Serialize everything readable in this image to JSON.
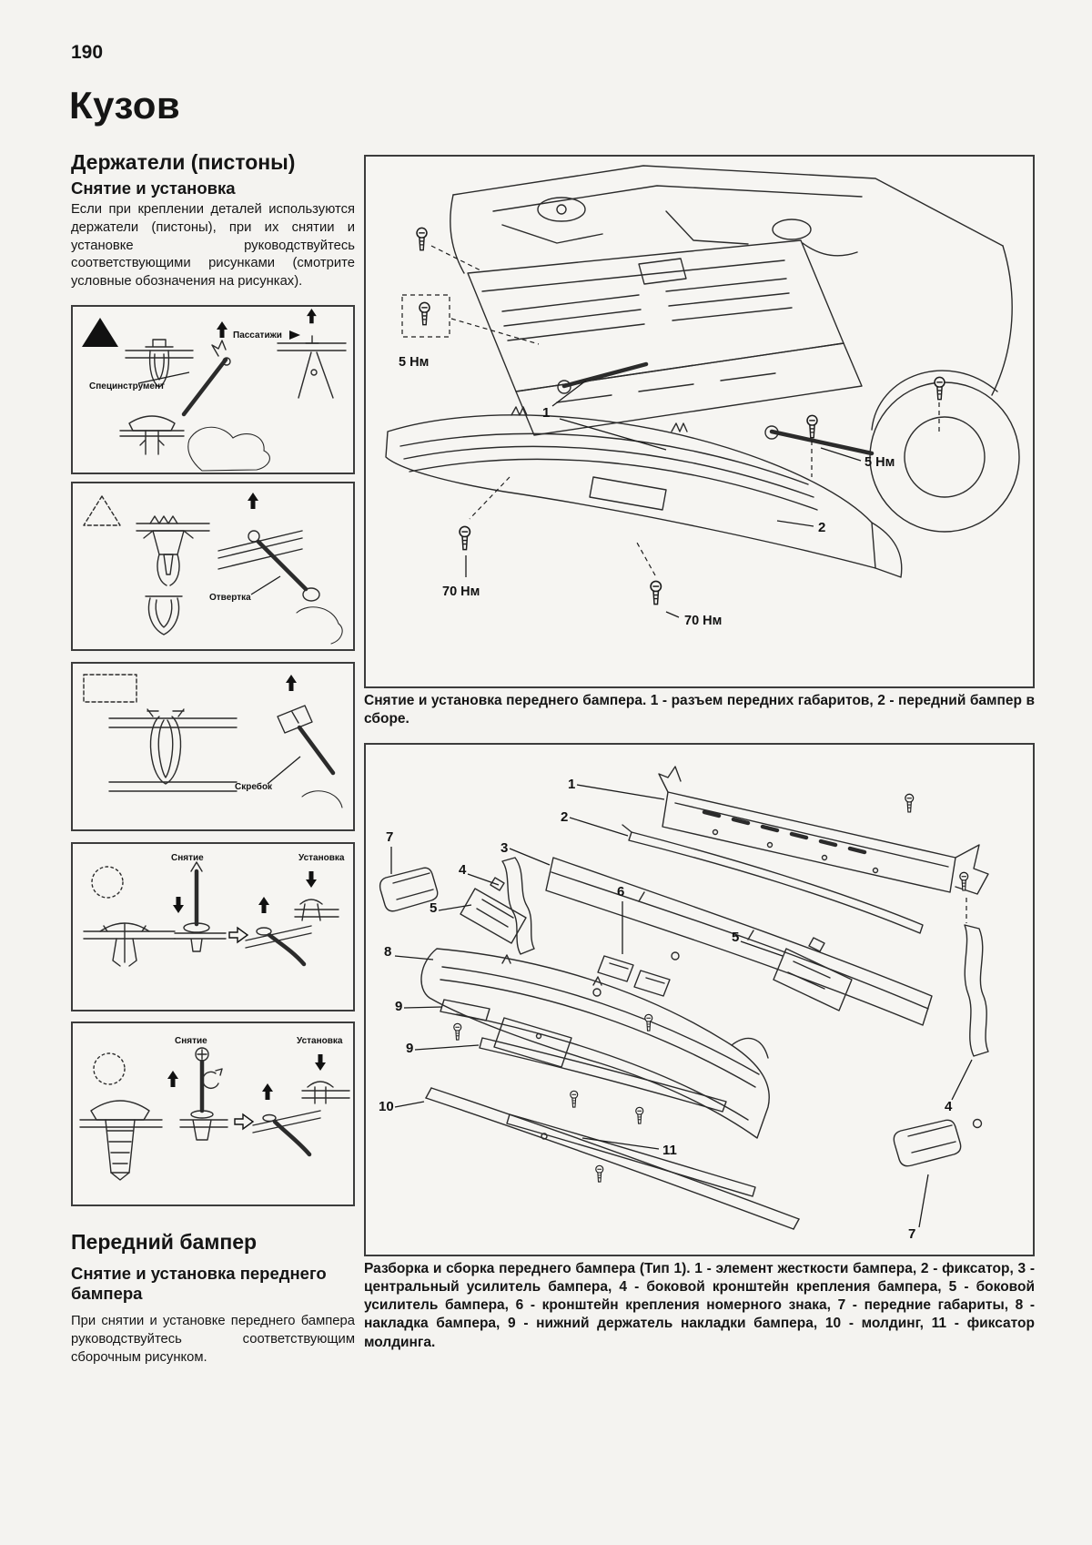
{
  "page": {
    "number": "190",
    "title": "Кузов"
  },
  "left_column": {
    "section1": {
      "heading": "Держатели (пистоны)",
      "subheading": "Снятие и установка",
      "body": "Если при креплении деталей используются держатели (пистоны), при их снятии и установке руководствуйтесь соответствующими рисунками (смотрите условные обозначения на рисунках)."
    },
    "figures": {
      "fig1": {
        "tool_label": "Специнструмент",
        "pliers_label": "Пассатижи"
      },
      "fig2": {
        "tool_label": "Отвертка"
      },
      "fig3": {
        "tool_label": "Скребок"
      },
      "fig4": {
        "removal_label": "Снятие",
        "install_label": "Установка"
      },
      "fig5": {
        "removal_label": "Снятие",
        "install_label": "Установка"
      }
    },
    "section2": {
      "heading": "Передний бампер",
      "subheading": "Снятие и установка переднего бампера",
      "body": "При снятии и установке переднего бампера руководствуйтесь соответствующим сборочным рисунком."
    }
  },
  "right_column": {
    "figure1": {
      "torque_5": "5 Нм",
      "torque_70": "70 Нм",
      "callout_1": "1",
      "callout_2": "2",
      "caption": "Снятие и установка переднего бампера. 1 - разъем передних габаритов, 2 - передний бампер в сборе."
    },
    "figure2": {
      "callouts": {
        "c1": "1",
        "c2": "2",
        "c3": "3",
        "c4": "4",
        "c5": "5",
        "c6": "6",
        "c7": "7",
        "c8": "8",
        "c9": "9",
        "c10": "10",
        "c11": "11"
      },
      "caption": "Разборка и сборка переднего бампера (Тип 1). 1 - элемент жесткости бампера, 2 - фиксатор, 3 - центральный усилитель бампера, 4 - боковой кронштейн крепления бампера, 5 - боковой усилитель бампера, 6 - кронштейн крепления номерного знака, 7 - передние габариты, 8 - накладка бампера, 9 - нижний держатель накладки бампера, 10 - молдинг, 11 - фиксатор молдинга."
    }
  }
}
